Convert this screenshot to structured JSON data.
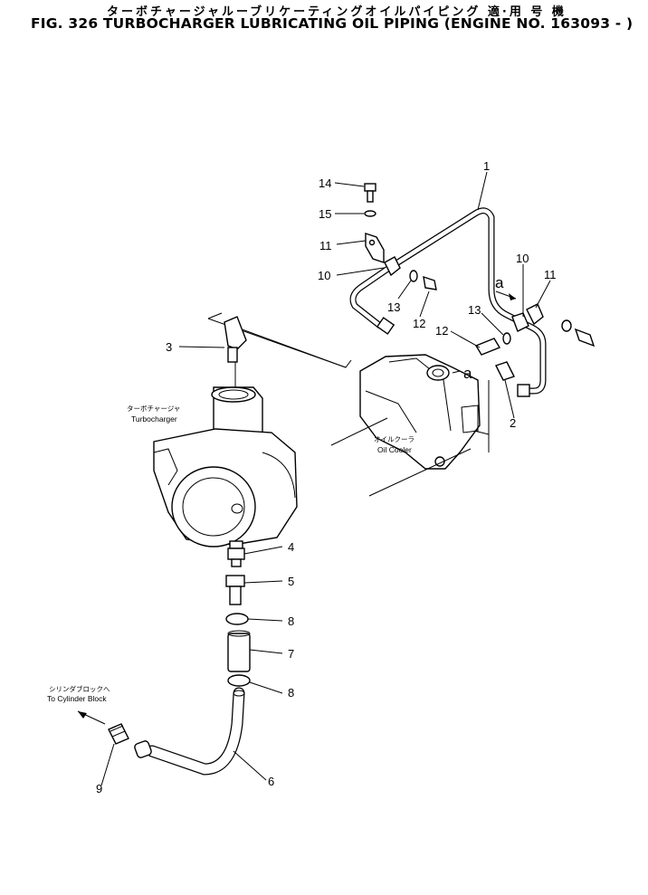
{
  "header": {
    "title_jp": "ターボチャージャルーブリケーティングオイルパイピング 適·用 号 機",
    "title_en": "FIG. 326 TURBOCHARGER LUBRICATING OIL PIPING (ENGINE NO. 163093 - )"
  },
  "labels": {
    "turbocharger_jp": "ターボチャージャ",
    "turbocharger_en": "Turbocharger",
    "oil_cooler_jp": "オイルクーラ",
    "oil_cooler_en": "Oil Cooler",
    "cylinder_block_jp": "シリンダブロックへ",
    "cylinder_block_en": "To Cylinder Block",
    "ref_a": "a"
  },
  "callouts": {
    "p1": "1",
    "p2": "2",
    "p3": "3",
    "p4": "4",
    "p5": "5",
    "p6": "6",
    "p7": "7",
    "p8": "8",
    "p9": "9",
    "p10": "10",
    "p11": "11",
    "p12": "12",
    "p13": "13",
    "p14": "14",
    "p15": "15"
  }
}
